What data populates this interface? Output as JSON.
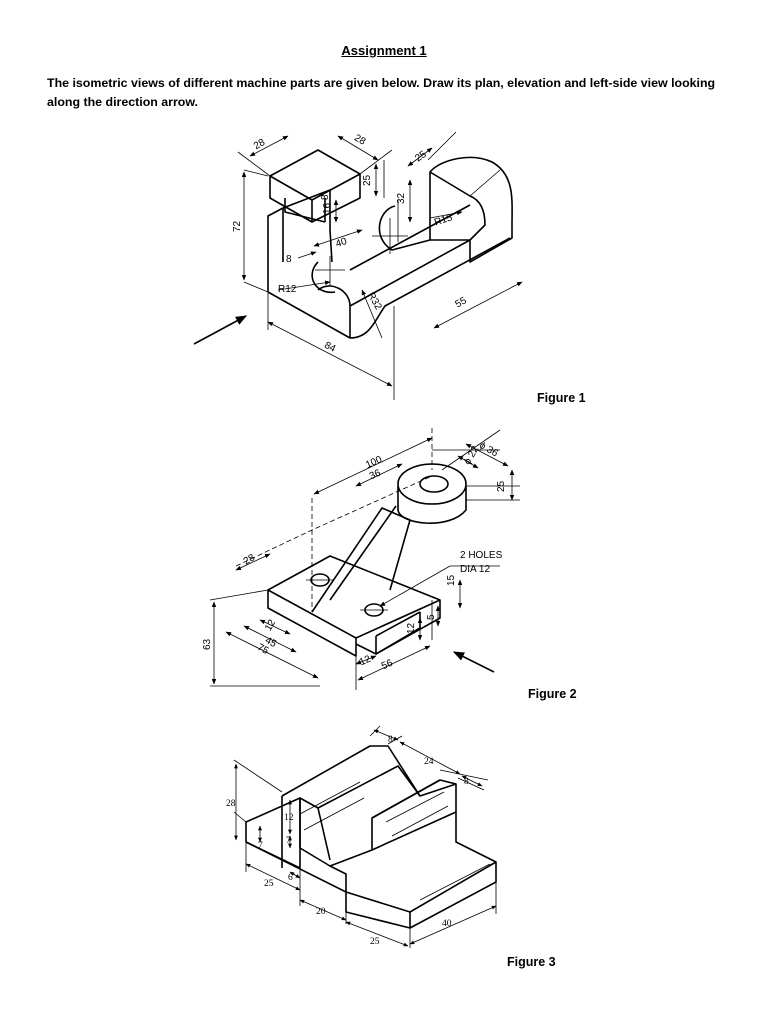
{
  "assignment": {
    "title": "Assignment 1",
    "instruction": "The isometric views of different machine parts are given below. Draw its plan, elevation and left-side view looking along the direction arrow."
  },
  "figure1": {
    "caption": "Figure 1",
    "dims": {
      "d28a": "28",
      "d28b": "28",
      "d25a": "25",
      "d25b": "25",
      "d32": "32",
      "d72": "72",
      "d16": "16",
      "d8a": "8",
      "d8b": "8",
      "d40": "40",
      "r15": "R15",
      "r12": "R12",
      "r32": "R32",
      "d55": "55",
      "d84": "84"
    }
  },
  "figure2": {
    "caption": "Figure 2",
    "dims": {
      "d100": "100",
      "d36": "36",
      "phi36": "ϕ 36",
      "phi22": "ϕ 22",
      "d25": "25",
      "holes1": "2 HOLES",
      "holes2": "DIA 12",
      "d15": "15",
      "d5": "5",
      "d12a": "12",
      "d12b": "12",
      "d12c": "12",
      "d28": "28",
      "d45": "45",
      "d75": "75",
      "d56": "56",
      "d63": "63"
    }
  },
  "figure3": {
    "caption": "Figure 3",
    "dims": {
      "d8a": "8",
      "d24": "24",
      "d8b": "8",
      "d28": "28",
      "d12": "12",
      "d7a": "7",
      "d7b": "7",
      "d25a": "25",
      "d6": "6",
      "d20": "20",
      "d25b": "25",
      "d40": "40"
    }
  }
}
